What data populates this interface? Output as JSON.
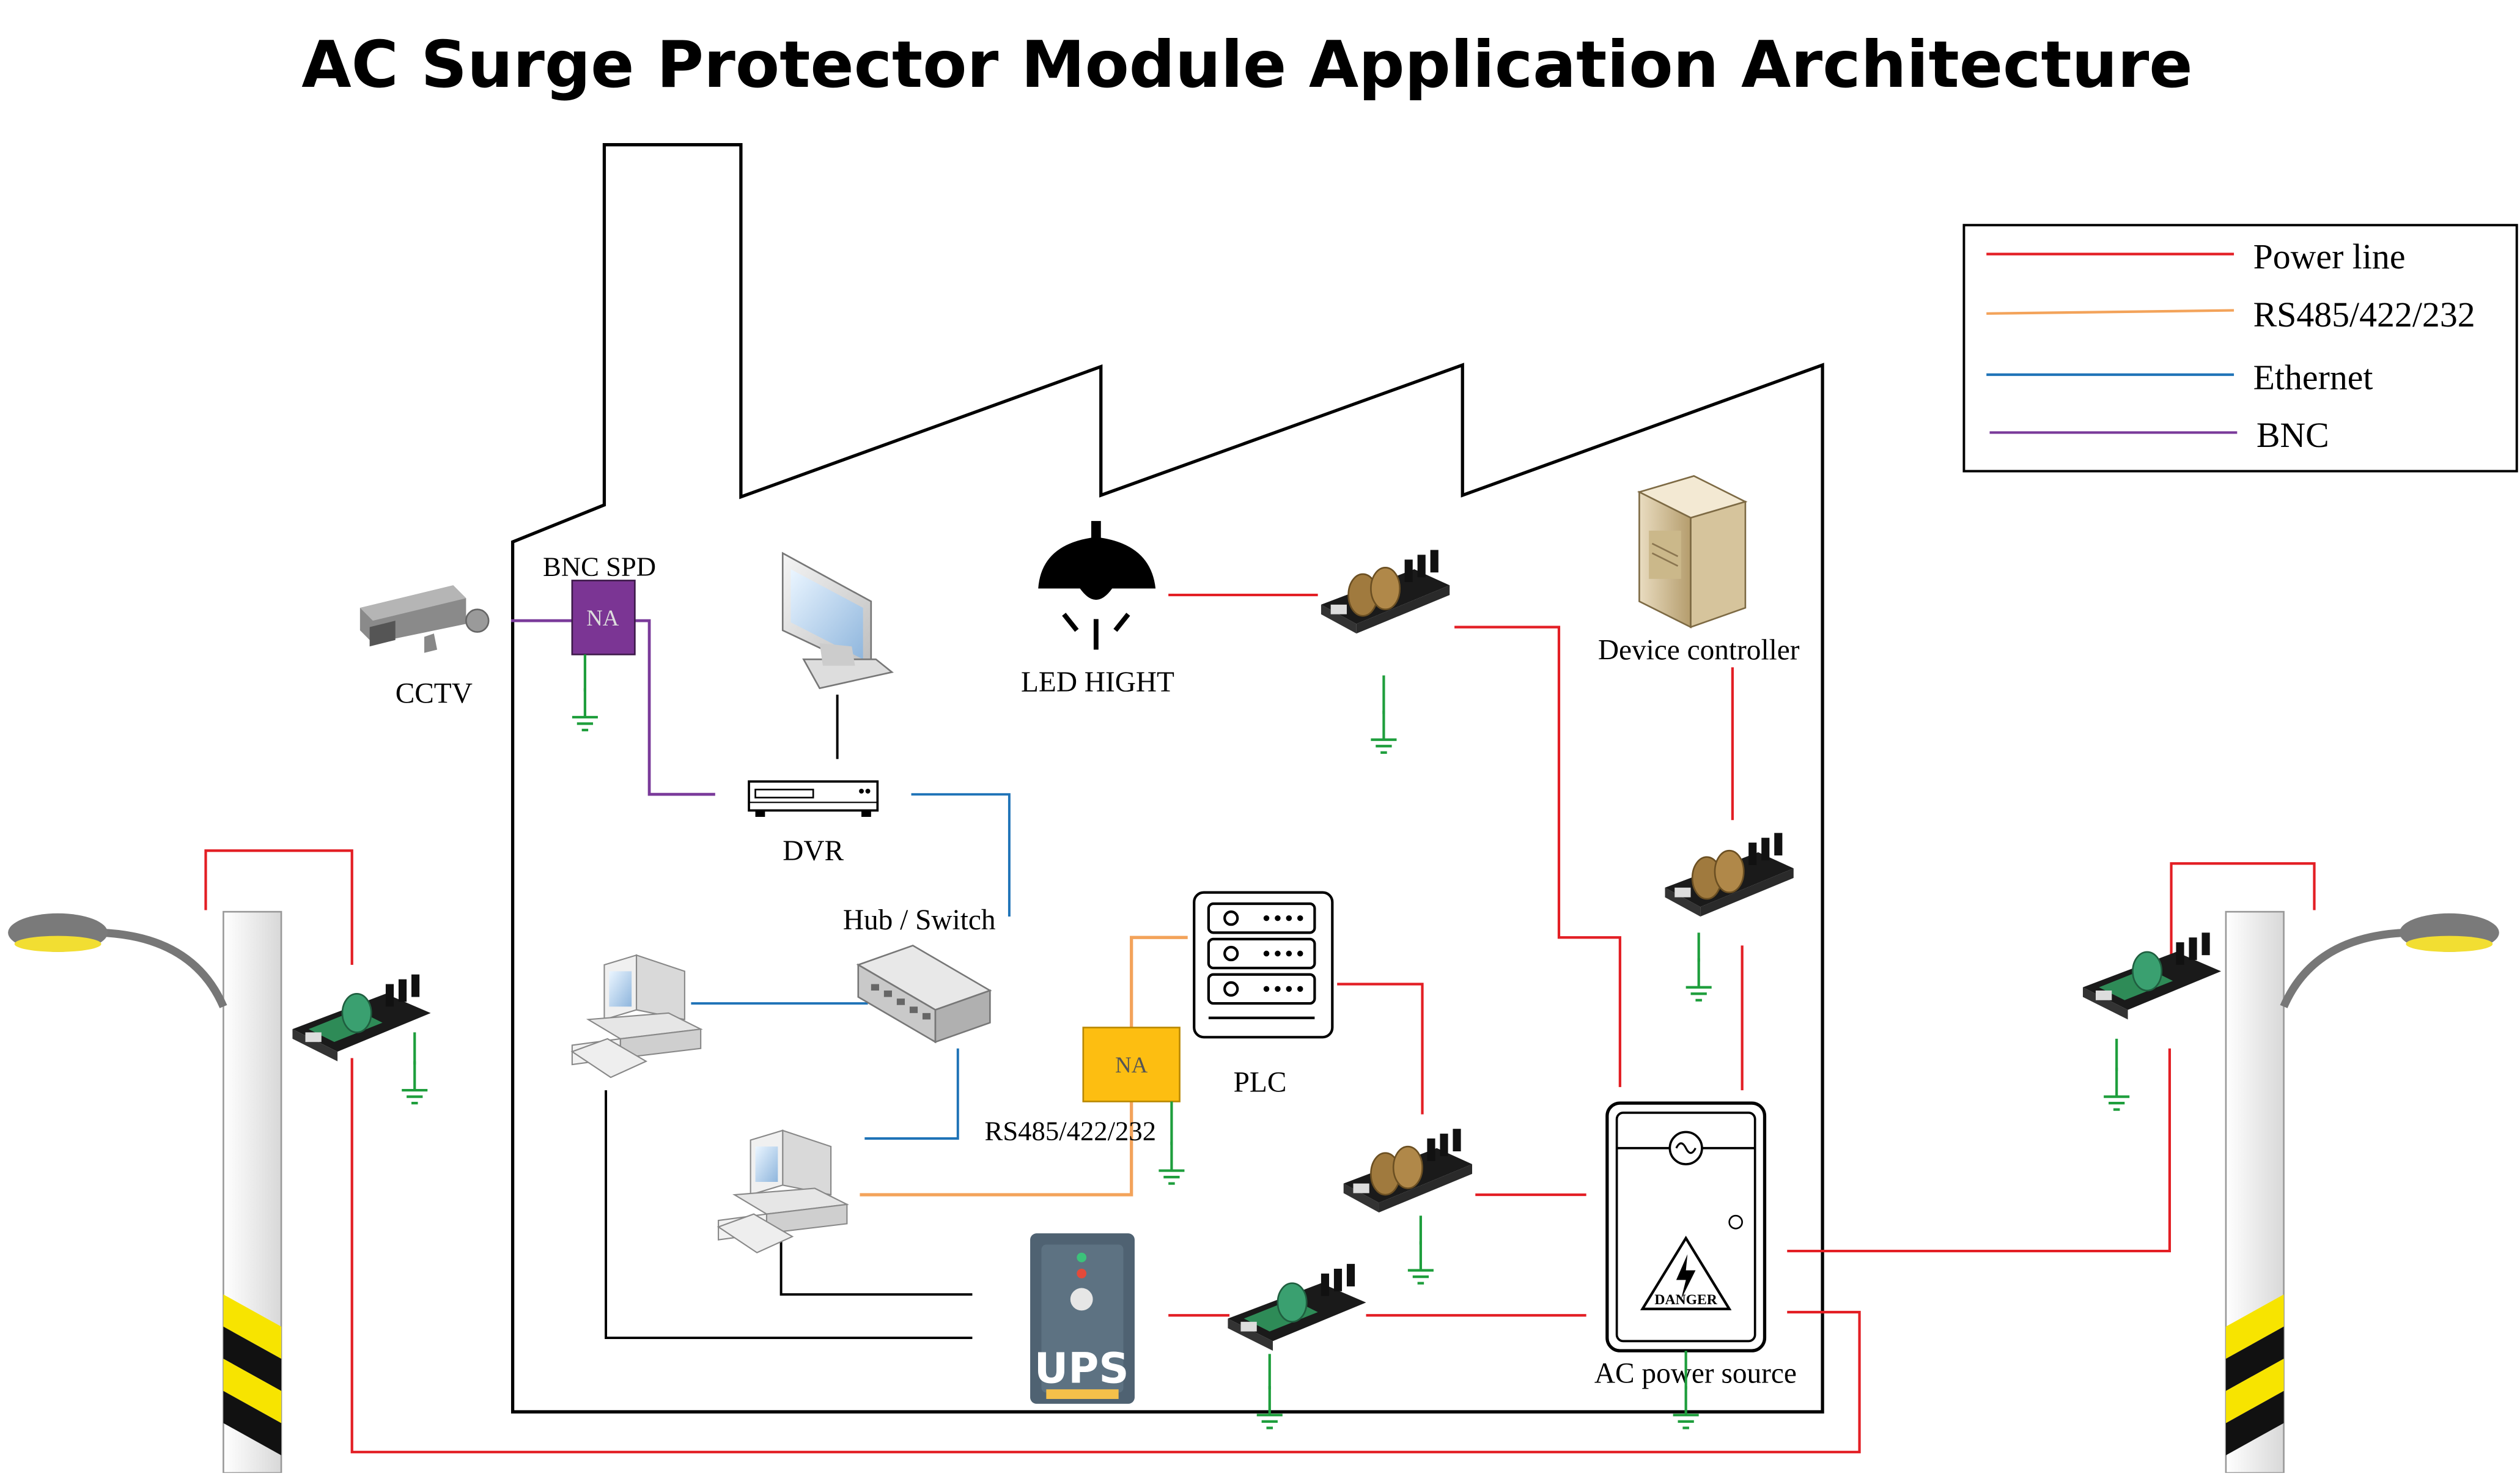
{
  "title": "AC Surge Protector Module Application Architecture",
  "legend": {
    "items": [
      {
        "label": "Power line",
        "color": "#e31e24"
      },
      {
        "label": "RS485/422/232",
        "color": "#f3a35a"
      },
      {
        "label": "Ethernet",
        "color": "#1f73b7"
      },
      {
        "label": "BNC",
        "color": "#7a3a9a"
      }
    ]
  },
  "labels": {
    "bnc_spd": "BNC SPD",
    "bnc_spd_box": "NA",
    "cctv": "CCTV",
    "dvr": "DVR",
    "hub_switch": "Hub / Switch",
    "led_hight": "LED HIGHT",
    "device_controller": "Device controller",
    "plc": "PLC",
    "rs485_box": "NA",
    "rs485_label": "RS485/422/232",
    "ups": "UPS",
    "ac_power_source": "AC power source",
    "danger": "DANGER"
  },
  "colors": {
    "power": "#e31e24",
    "rs485": "#f3a35a",
    "ethernet": "#1f73b7",
    "bnc": "#7a3a9a",
    "ground": "#1e9e3c",
    "bnc_spd_fill": "#7b3594",
    "rs485_spd_fill": "#fdbe11",
    "ups_body": "#4f6272"
  }
}
